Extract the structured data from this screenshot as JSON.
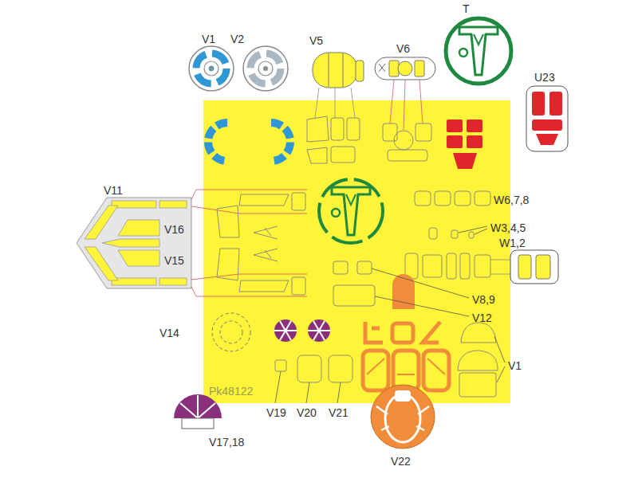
{
  "diagram": {
    "labels": [
      "V1",
      "V2",
      "V5",
      "V6",
      "T",
      "U23",
      "V11",
      "W6,7,8",
      "W3,4,5",
      "V16",
      "V15",
      "W1,2",
      "V8,9",
      "V12",
      "V14",
      "V1",
      "Pk48122",
      "V19",
      "V20",
      "V21",
      "V17,18",
      "V22"
    ]
  }
}
